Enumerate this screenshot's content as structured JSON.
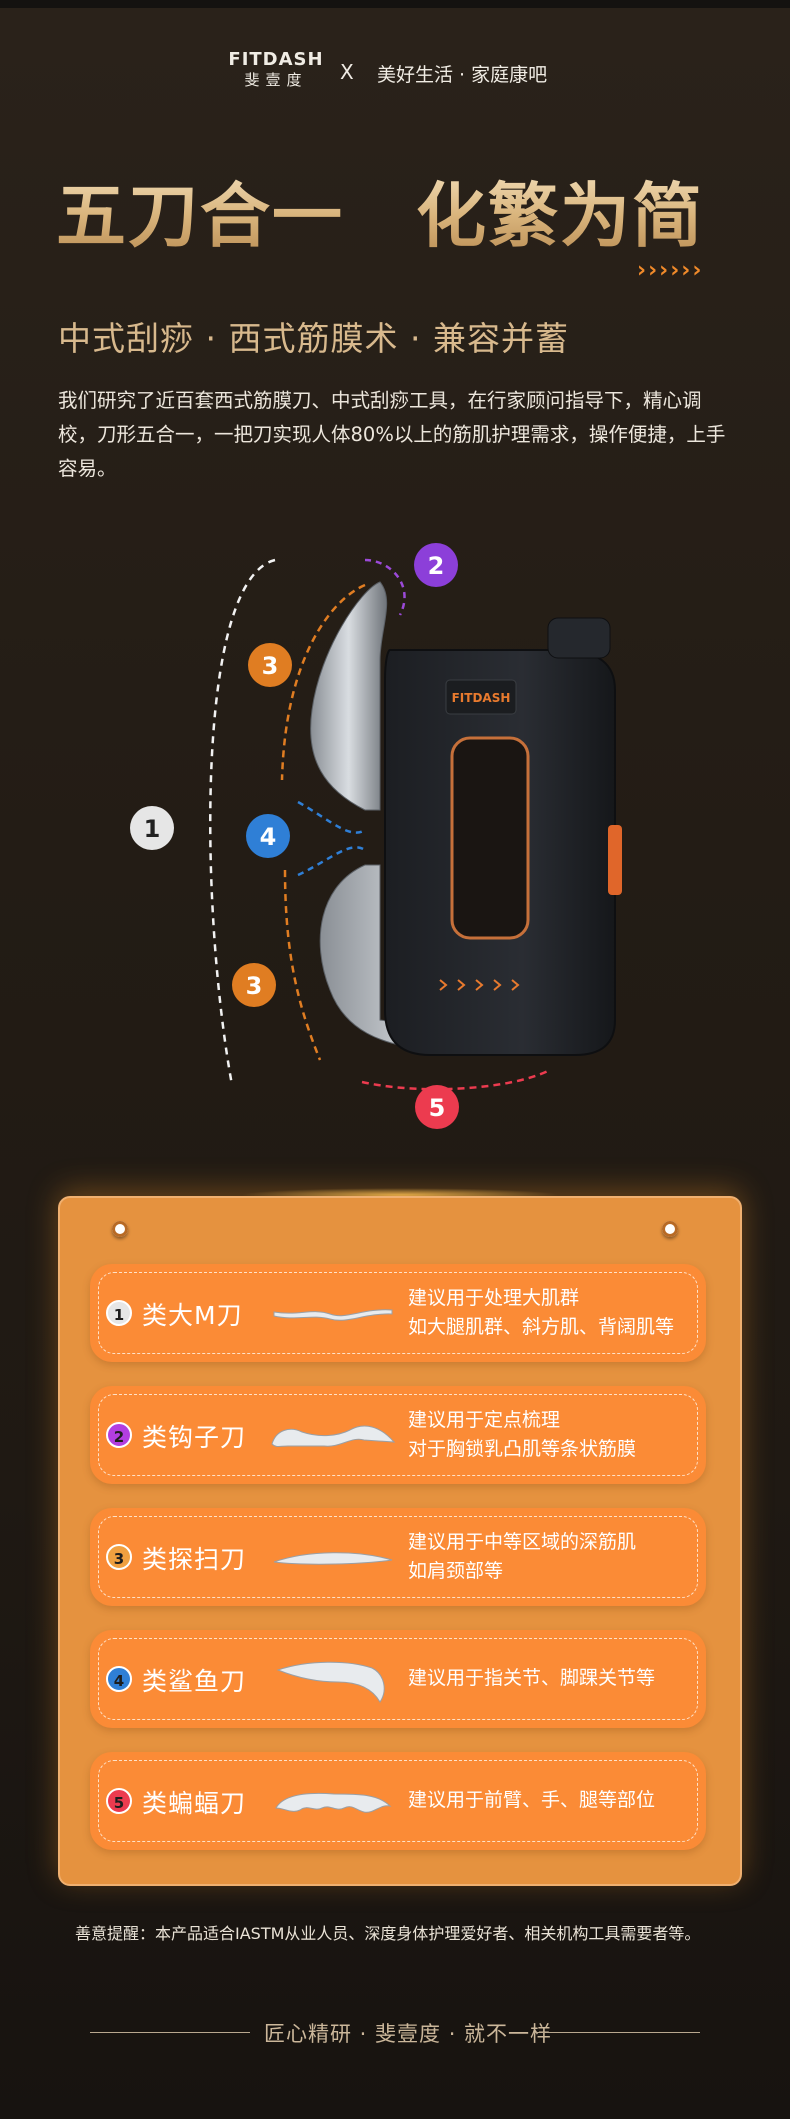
{
  "header": {
    "brand_en": "FITDASH",
    "brand_cn": "斐壹度",
    "separator": "X",
    "partner": "美好生活 · 家庭康吧"
  },
  "hero": {
    "title": "五刀合一　化繁为简",
    "chevrons": "››››››",
    "subtitle": "中式刮痧 · 西式筋膜术 · 兼容并蓄",
    "intro": "我们研究了近百套西式筋膜刀、中式刮痧工具，在行家顾问指导下，精心调校，刀形五合一，一把刀实现人体80%以上的筋肌护理需求，操作便捷，上手容易。"
  },
  "diagram": {
    "device_logo": "FITDASH",
    "markers": [
      "1",
      "2",
      "3",
      "4",
      "3",
      "5"
    ],
    "colors": {
      "m1": "#e6e6e6",
      "m2": "#8c3fd9",
      "m3": "#e07d22",
      "m4": "#2f7fd6",
      "m5": "#ec3b4f"
    }
  },
  "cards": [
    {
      "num": "1",
      "name": "类大M刀",
      "desc": [
        "建议用于处理大肌群",
        "如大腿肌群、斜方肌、背阔肌等"
      ],
      "color": "#e6e6e6",
      "icon": "m-blade-icon"
    },
    {
      "num": "2",
      "name": "类钩子刀",
      "desc": [
        "建议用于定点梳理",
        "对于胸锁乳凸肌等条状筋膜"
      ],
      "color": "#b23ee0",
      "icon": "hook-blade-icon"
    },
    {
      "num": "3",
      "name": "类探扫刀",
      "desc": [
        "建议用于中等区域的深筋肌",
        "如肩颈部等"
      ],
      "color": "#f0a040",
      "icon": "sweep-blade-icon"
    },
    {
      "num": "4",
      "name": "类鲨鱼刀",
      "desc": [
        "建议用于指关节、脚踝关节等"
      ],
      "color": "#2f7fd6",
      "icon": "shark-blade-icon"
    },
    {
      "num": "5",
      "name": "类蝙蝠刀",
      "desc": [
        "建议用于前臂、手、腿等部位"
      ],
      "color": "#ec3b4f",
      "icon": "bat-blade-icon"
    }
  ],
  "note": "善意提醒：本产品适合IASTM从业人员、深度身体护理爱好者、相关机构工具需要者等。",
  "footer": "匠心精研 · 斐壹度 · 就不一样"
}
